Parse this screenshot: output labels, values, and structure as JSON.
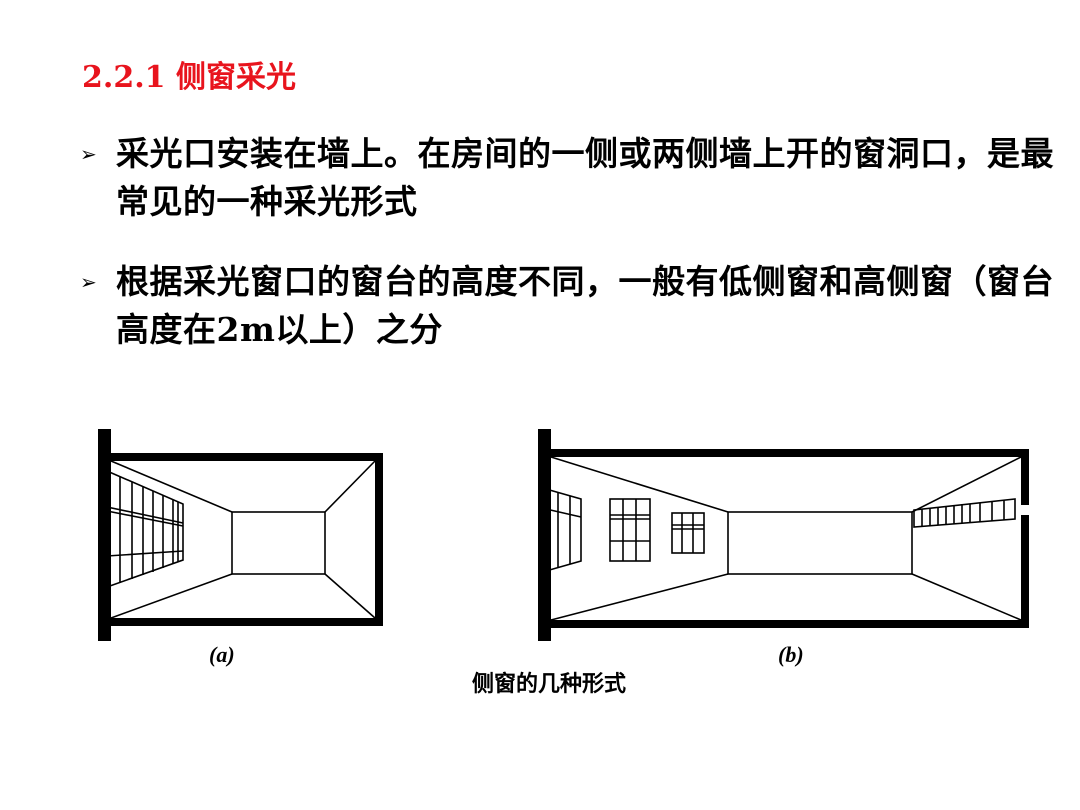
{
  "slide": {
    "title": "2.2.1 侧窗采光",
    "bullets": [
      {
        "marker": "➢",
        "text": "采光口安装在墙上。在房间的一侧或两侧墙上开的窗洞口，是最常见的一种采光形式"
      },
      {
        "marker": "➢",
        "text": "根据采光窗口的窗台的高度不同，一般有低侧窗和高侧窗（窗台高度在2m以上）之分"
      }
    ]
  },
  "figure": {
    "label_a": "(a)",
    "label_b": "(b)",
    "caption": "侧窗的几种形式",
    "line_color": "#000000"
  }
}
